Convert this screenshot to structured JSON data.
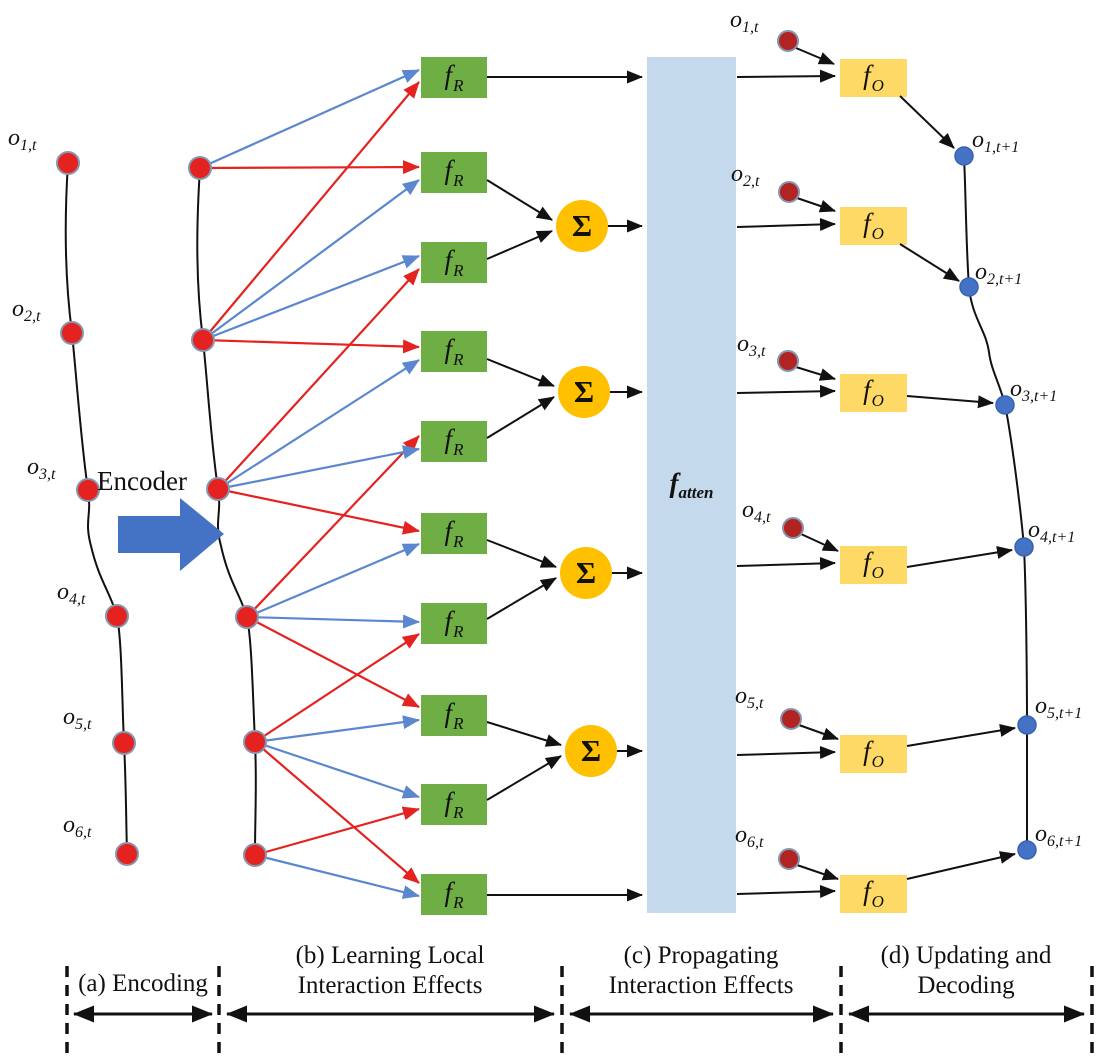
{
  "figure": {
    "encoder_label": "Encoder",
    "relation_fn": {
      "base": "f",
      "sub": "R"
    },
    "sum_symbol": "Σ",
    "attention_fn": {
      "base": "f",
      "sub": "atten"
    },
    "output_fn": {
      "base": "f",
      "sub": "O"
    },
    "observations_t": [
      {
        "base": "o",
        "sub": "1,t"
      },
      {
        "base": "o",
        "sub": "2,t"
      },
      {
        "base": "o",
        "sub": "3,t"
      },
      {
        "base": "o",
        "sub": "4,t"
      },
      {
        "base": "o",
        "sub": "5,t"
      },
      {
        "base": "o",
        "sub": "6,t"
      }
    ],
    "observations_next": [
      {
        "base": "o",
        "sub": "1,t+1"
      },
      {
        "base": "o",
        "sub": "2,t+1"
      },
      {
        "base": "o",
        "sub": "3,t+1"
      },
      {
        "base": "o",
        "sub": "4,t+1"
      },
      {
        "base": "o",
        "sub": "5,t+1"
      },
      {
        "base": "o",
        "sub": "6,t+1"
      }
    ],
    "stages": [
      {
        "lines": [
          "(a) Encoding"
        ]
      },
      {
        "lines": [
          "(b) Learning Local",
          "Interaction Effects"
        ]
      },
      {
        "lines": [
          "(c) Propagating",
          "Interaction Effects"
        ]
      },
      {
        "lines": [
          "(d) Updating and",
          "Decoding"
        ]
      }
    ],
    "colors": {
      "red": "#e42320",
      "darkred": "#b12421",
      "blue": "#4472c4",
      "lineblue": "#5b87cf",
      "green": "#6fae45",
      "gold": "#ffc000",
      "lightgold": "#ffd966",
      "lightblue": "#c4d9ec",
      "dotstroke": "#8496b0"
    }
  }
}
